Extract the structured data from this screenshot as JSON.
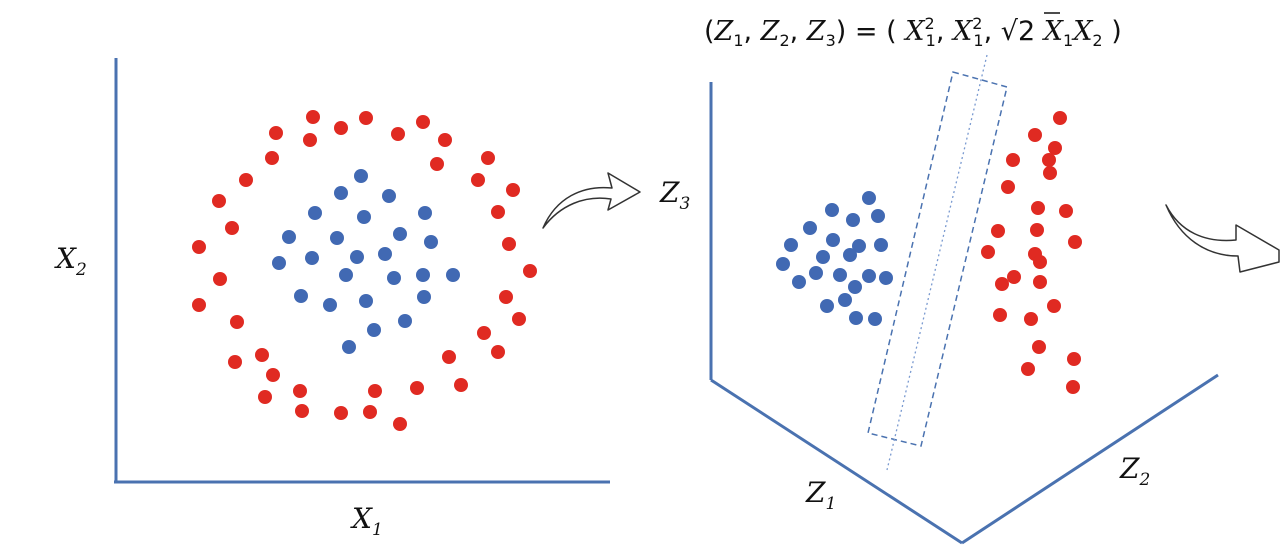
{
  "colors": {
    "axis": "#4a72b0",
    "blue_point": "#4169b3",
    "red_point": "#e02a22",
    "plane": "#4a72b0"
  },
  "left_plot": {
    "x_axis_label": "X",
    "x_axis_sub": "1",
    "y_axis_label": "X",
    "y_axis_sub": "2"
  },
  "right_plot": {
    "z1_label": "Z",
    "z1_sub": "1",
    "z2_label": "Z",
    "z2_sub": "2",
    "z3_label": "Z",
    "z3_sub": "3"
  },
  "formula": {
    "open": "(",
    "z1": "Z",
    "z1_sub": "1",
    "comma1": ", ",
    "z2": "Z",
    "z2_sub": "2",
    "comma2": ", ",
    "z3": "Z",
    "z3_sub": "3",
    "close_eq": ") = ( ",
    "t1": "X",
    "t1_sub": "1",
    "t1_sup": "2",
    "comma3": ", ",
    "t2": "X",
    "t2_sub": "1",
    "t2_sup": "2",
    "comma4": ", ",
    "sqrt": "√",
    "two": "2",
    "t3a": "X",
    "t3a_sub": "1",
    "t3b": "X",
    "t3b_sub": "2",
    "end": " )"
  },
  "icons": [
    "curved-arrow-icon",
    "curved-arrow-icon"
  ]
}
